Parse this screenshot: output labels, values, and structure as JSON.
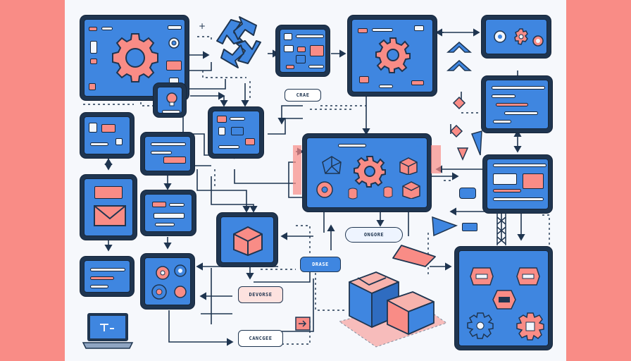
{
  "labels": {
    "crae": "CRAE",
    "ongore": "ONGORE",
    "drase": "DRASE",
    "devorse": "DEVORSE",
    "cancgee": "CANCGEE"
  },
  "colors": {
    "background": "#f6f8fc",
    "side_band": "#f98c86",
    "panel_frame": "#1f3550",
    "screen_blue": "#3f86e0",
    "accent_pink": "#f98c86",
    "accent_light": "#f2f6fd"
  },
  "icons": [
    "gear-icon",
    "cycle-arrows-icon",
    "package-icon",
    "envelope-icon",
    "laptop-icon",
    "database-icon",
    "molecule-icon",
    "sparkle-icon",
    "mouse-pointer-icon"
  ]
}
